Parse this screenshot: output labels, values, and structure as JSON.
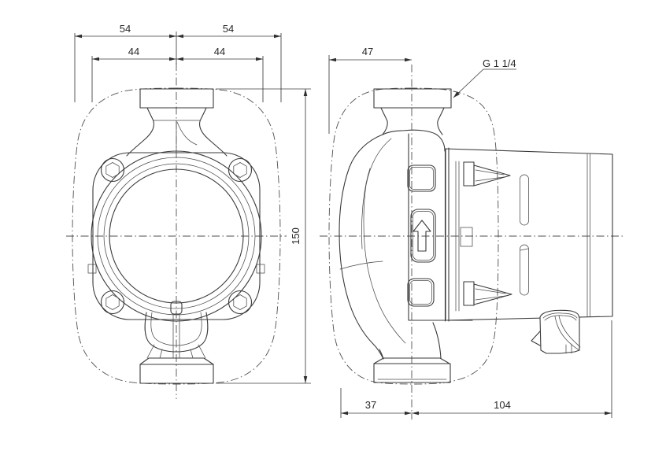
{
  "colors": {
    "background": "#ffffff",
    "line": "#3a3a3a",
    "dimension_text": "#272727"
  },
  "icons": {
    "flow_direction": "up-arrow-icon"
  },
  "dimensions": {
    "front": {
      "outer_half_left": "54",
      "outer_half_right": "54",
      "inner_half_left": "44",
      "inner_half_right": "44",
      "height": "150"
    },
    "side": {
      "front_depth": "47",
      "thread_label": "G 1 1/4",
      "bottom_left": "37",
      "bottom_right": "104"
    }
  }
}
